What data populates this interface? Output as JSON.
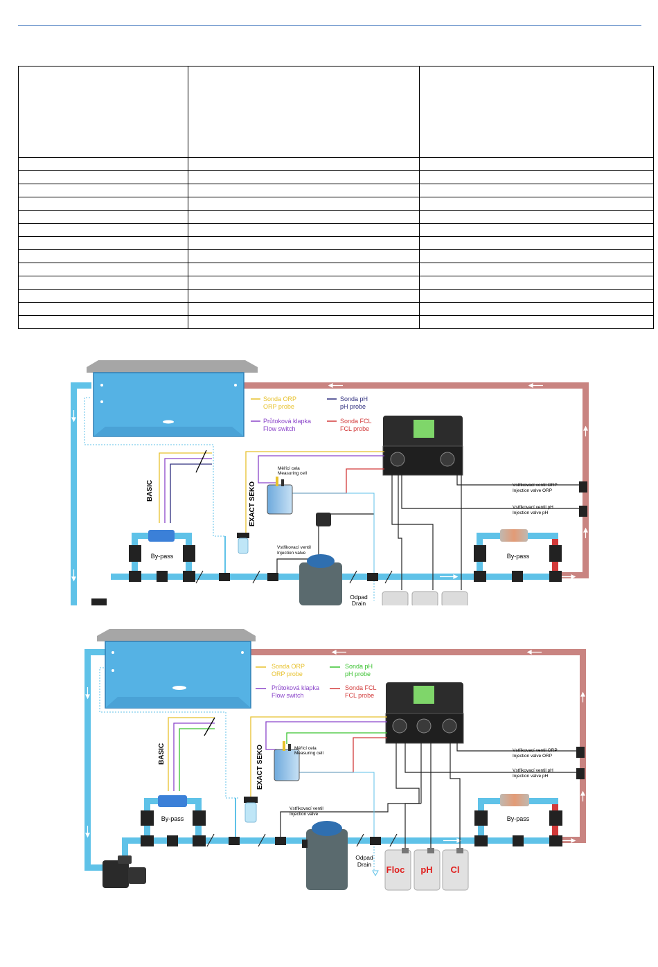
{
  "table": {
    "columns": 3,
    "body_rows": 13,
    "cells": [
      "",
      "",
      ""
    ]
  },
  "diagram1": {
    "legend": {
      "orp_line1": "Sonda ORP",
      "orp_line2": "ORP probe",
      "ph_line1": "Sonda pH",
      "ph_line2": "pH probe",
      "flow_line1": "Průtoková klapka",
      "flow_line2": "Flow switch",
      "fcl_line1": "Sonda FCL",
      "fcl_line2": "FCL probe"
    },
    "basic": "BASIC",
    "exact_seko": "EXACT SEKO",
    "cell_line1": "Měřící cela",
    "cell_line2": "Measuring cell",
    "inj_orp_line1": "Vstřikovací ventil ORP",
    "inj_orp_line2": "Injection valve ORP",
    "inj_ph_line1": "Vstřikovací ventil pH",
    "inj_ph_line2": "Injection valve pH",
    "inj_line1": "Vstřikovací ventil",
    "inj_line2": "Injection valve",
    "bypass_left": "By-pass",
    "bypass_right": "By-pass",
    "drain_line1": "Odpad",
    "drain_line2": "Drain"
  },
  "diagram2": {
    "legend": {
      "orp_line1": "Sonda ORP",
      "orp_line2": "ORP probe",
      "ph_line1": "Sonda pH",
      "ph_line2": "pH probe",
      "flow_line1": "Průtoková klapka",
      "flow_line2": "Flow switch",
      "fcl_line1": "Sonda FCL",
      "fcl_line2": "FCL probe"
    },
    "basic": "BASIC",
    "exact_seko": "EXACT SEKO",
    "cell_line1": "Měřící cela",
    "cell_line2": "Measuring cell",
    "inj_orp_line1": "Vstřikovací ventil ORP",
    "inj_orp_line2": "Injection valve ORP",
    "inj_ph_line1": "Vstřikovací ventil pH",
    "inj_ph_line2": "Injection valve pH",
    "inj_line1": "Vstřikovací ventil",
    "inj_line2": "Injection valve",
    "bypass_left": "By-pass",
    "bypass_right": "By-pass",
    "drain_line1": "Odpad",
    "drain_line2": "Drain",
    "tank_floc": "Floc",
    "tank_ph": "pH",
    "tank_cl": "Cl"
  },
  "colors": {
    "pipe_blue": "#5fc2e8",
    "pipe_return": "#c98481",
    "pool_water": "#55b2e4",
    "pool_rim": "#a6a6a6",
    "orp": "#e7c12c",
    "ph_diagram1": "#2d2d7e",
    "ph_diagram2": "#39c22f",
    "flow": "#8a44c9",
    "fcl": "#d23a3a",
    "controller": "#2c2c2c",
    "screen": "#7fd66a",
    "tank_label": "#e0201e"
  }
}
